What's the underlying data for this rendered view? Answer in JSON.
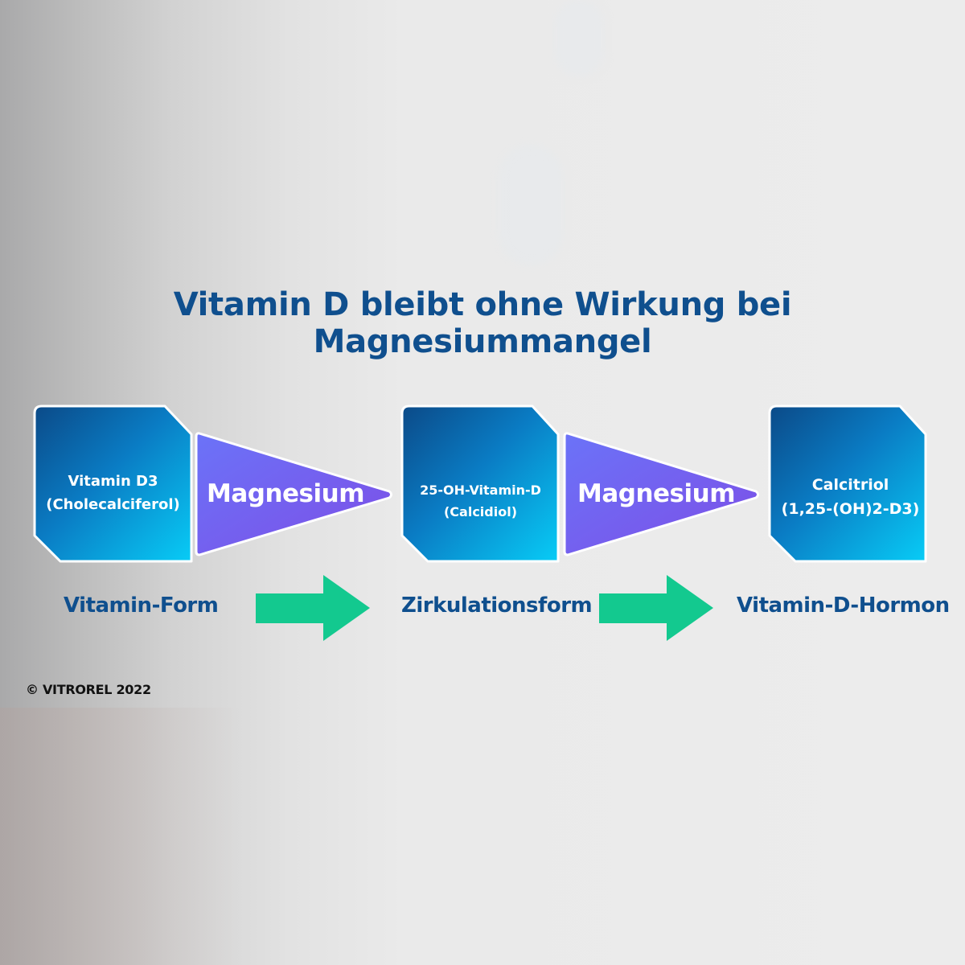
{
  "title": "Vitamin D bleibt ohne Wirkung bei Magnesiummangel",
  "colors": {
    "title": "#0f4f8e",
    "box_gradient_start": "#0a4f8c",
    "box_gradient_end": "#08c8f4",
    "magnesium_start": "#6f6cf5",
    "magnesium_end": "#7b4ee8",
    "arrow": "#13c98f"
  },
  "stages": [
    {
      "line1": "Vitamin D3",
      "line2": "(Cholecalciferol)",
      "label": "Vitamin-Form"
    },
    {
      "line1": "25-OH-Vitamin-D",
      "line2": "(Calcidiol)",
      "label": "Zirkulationsform"
    },
    {
      "line1": "Calcitriol",
      "line2": "(1,25-(OH)2-D3)",
      "label": "Vitamin-D-Hormon"
    }
  ],
  "converters": [
    {
      "label": "Magnesium",
      "icon": "arrow-right-icon"
    },
    {
      "label": "Magnesium",
      "icon": "arrow-right-icon"
    }
  ],
  "copyright": "© VITROREL 2022"
}
